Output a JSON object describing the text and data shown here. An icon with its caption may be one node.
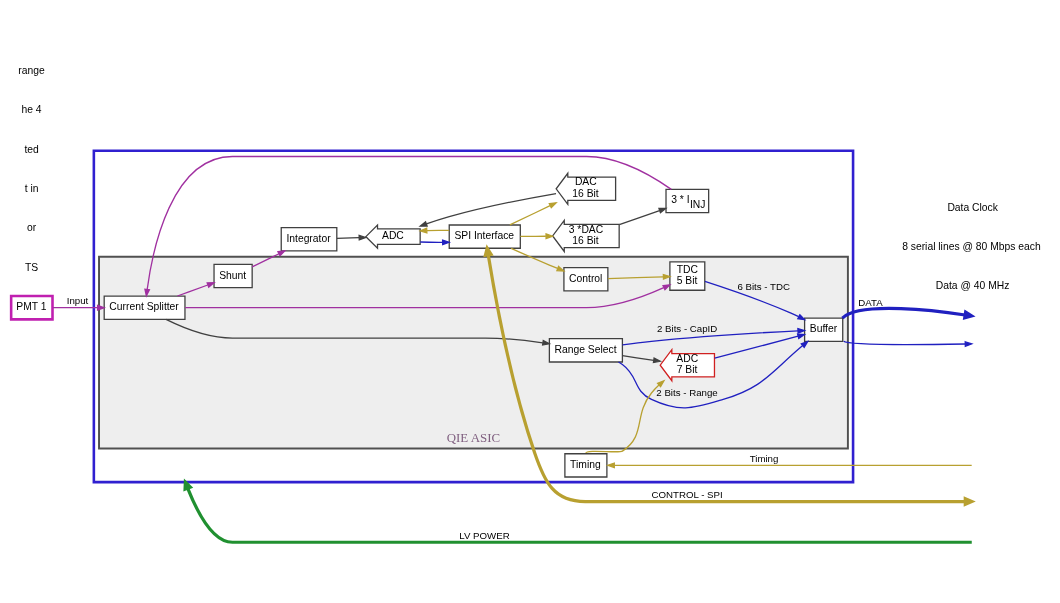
{
  "diagram": {
    "nodes": [
      {
        "text": [],
        "shape": "box"
      },
      {
        "text": [
          "QIE ASIC"
        ],
        "in": 0
      },
      {
        "text": [
          "Current Splitter"
        ],
        "in": 1
      },
      {
        "text": [
          "Range Select"
        ],
        "in": 1
      },
      {
        "text": [
          "ADC",
          "7 Bit"
        ],
        "in": 1
      },
      {
        "text": [
          "Buffer"
        ],
        "in": 1
      },
      {
        "text": [
          "Shunt"
        ],
        "in": 1
      },
      {
        "text": [
          "TDC",
          "5 Bit"
        ],
        "in": 1
      },
      {
        "text": [
          "Control"
        ],
        "in": 1
      },
      {
        "text": [
          "PMT 1"
        ]
      },
      {
        "text": [
          "Integrator"
        ],
        "in": 0
      },
      {
        "text": [
          "ADC"
        ],
        "in": 0
      },
      {
        "text": [
          "SPI Interface"
        ],
        "in": 0
      },
      {
        "text": [
          "DAC",
          "16 Bit"
        ],
        "in": 0
      },
      {
        "text": [
          "Timing"
        ],
        "in": 0
      },
      {
        "text": [
          "3 * I$_{INJ}$"
        ],
        "in": 0
      },
      {
        "text": [
          "3 *DAC",
          "16 Bit"
        ],
        "in": 0
      }
    ],
    "edges": [
      {
        "from": 9,
        "to": 2,
        "arrow": "to",
        "label": "Input",
        "color": "#a030a0"
      },
      {
        "from": 15,
        "to": 2,
        "arrow": "to",
        "color": "#a030a0"
      },
      {
        "from": 2,
        "to": 3,
        "arrow": "to",
        "color": "#404040"
      },
      {
        "from": 3,
        "to": 4,
        "arrow": "to",
        "color": "#404040"
      },
      {
        "from": 2,
        "to": 6,
        "arrow": "to",
        "color": "#a030a0"
      },
      {
        "from": 2,
        "to": 7,
        "arrow": "to",
        "color": "#a030a0"
      },
      {
        "from": 4,
        "to": 5,
        "arrow": "to",
        "color": "#2020c0"
      },
      {
        "from": 3,
        "to": 5,
        "arrow": "to",
        "label": "2 Bits - Range",
        "color": "#2020c0"
      },
      {
        "from": 3,
        "to": 5,
        "arrow": "to",
        "label": "2 Bits - CapID",
        "color": "#2020c0"
      },
      {
        "from": 7,
        "to": 5,
        "arrow": "to",
        "label": "6 Bits - TDC",
        "color": "#2020c0"
      },
      {
        "from": 6,
        "to": 10,
        "arrow": "to",
        "color": "#a030a0"
      },
      {
        "from": 10,
        "to": 11,
        "arrow": "to",
        "color": "#404040"
      },
      {
        "from": 13,
        "to": 11,
        "arrow": "to",
        "color": "#404040"
      },
      {
        "from": 11,
        "to": 12,
        "arrow": "to",
        "color": "#2020c0"
      },
      {
        "from": 12,
        "to": 8,
        "arrow": "to",
        "color": "#b8a030"
      },
      {
        "from": 8,
        "to": 7,
        "arrow": "to",
        "color": "#b8a030"
      },
      {
        "from": 14,
        "to": 4,
        "arrow": "to",
        "color": "#b8a030"
      },
      {
        "from": 12,
        "to": 11,
        "arrow": "to",
        "color": "#b8a030"
      },
      {
        "from": 12,
        "to": 13,
        "arrow": "to",
        "color": "#b8a030"
      },
      {
        "from": 12,
        "to": 16,
        "arrow": "to",
        "color": "#b8a030"
      },
      {
        "from": 16,
        "to": 15,
        "arrow": "to",
        "color": "#404040"
      },
      {
        "from": 5,
        "to": null,
        "arrow": "to",
        "label": "DATA",
        "style": "thick",
        "color": "#2020c0"
      },
      {
        "from": 5,
        "to": null,
        "arrow": "to",
        "color": "#2020c0"
      },
      {
        "from": 12,
        "to": null,
        "arrow": "both",
        "label": "CONTROL - SPI",
        "style": "thick",
        "color": "#b8a030"
      },
      {
        "from": null,
        "to": 14,
        "arrow": "to",
        "label": "Timing",
        "color": "#b8a030"
      },
      {
        "from": null,
        "to": 0,
        "arrow": "to",
        "label": "LV POWER",
        "style": "thick",
        "color": "#209030"
      }
    ],
    "labels": [
      "TS",
      "or",
      "t in",
      "ted",
      "he 4",
      "range",
      "Data @ 40 MHz",
      "8 serial lines @ 80 Mbps each",
      "Data Clock"
    ]
  }
}
